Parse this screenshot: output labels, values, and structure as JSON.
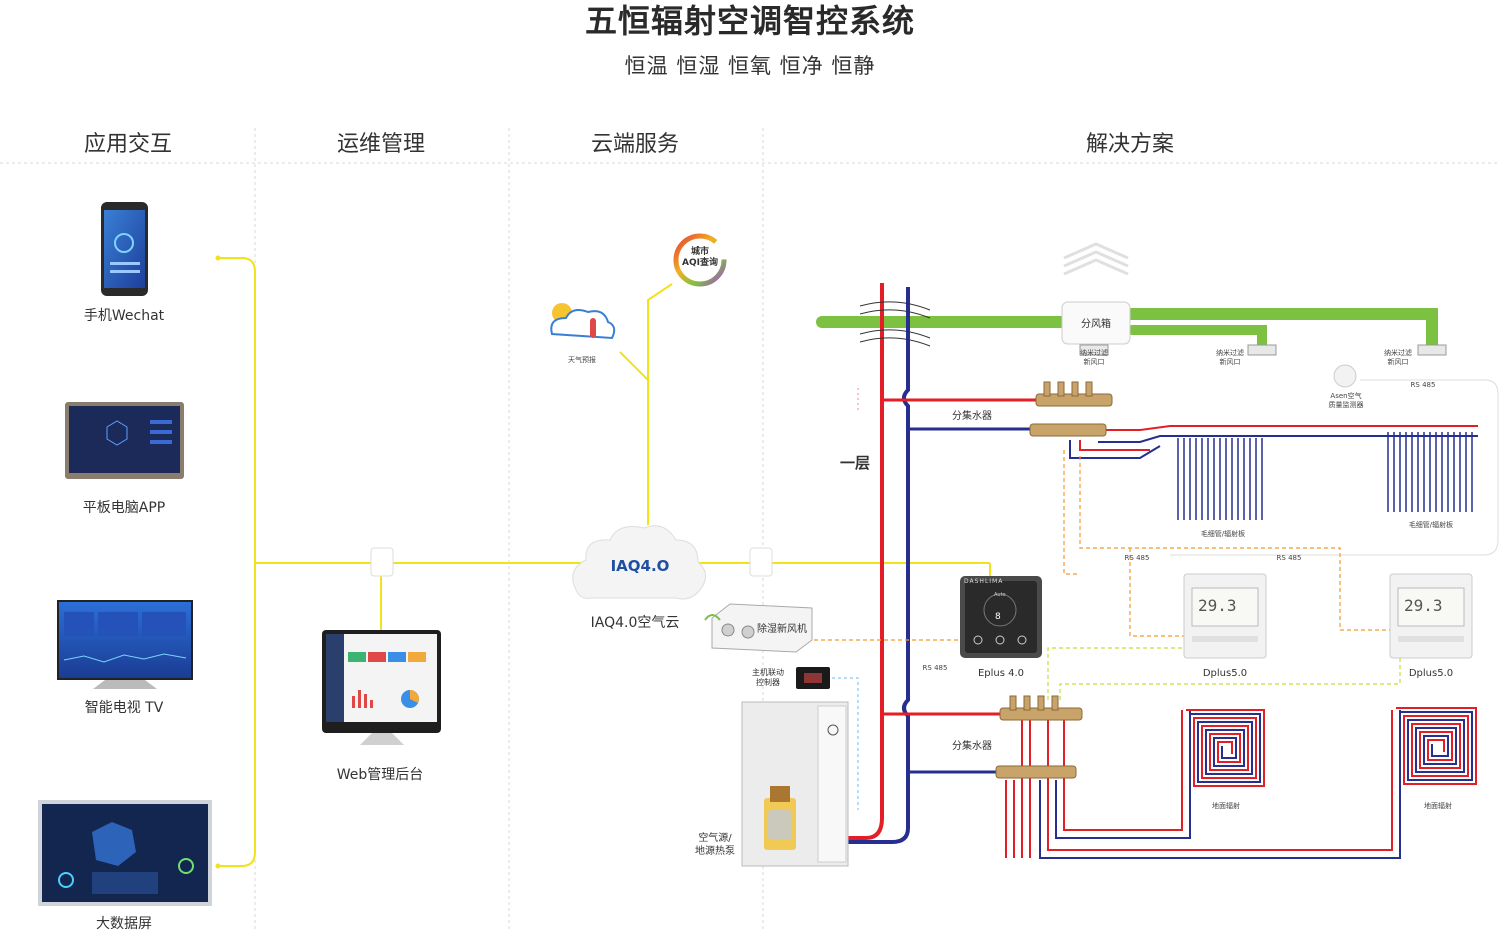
{
  "title": "五恒辐射空调智控系统",
  "subtitle": "恒温 恒湿 恒氧 恒净 恒静",
  "columns": [
    "应用交互",
    "运维管理",
    "云端服务",
    "解决方案"
  ],
  "devices": {
    "phone": "手机Wechat",
    "tablet": "平板电脑APP",
    "tv": "智能电视 TV",
    "bigscreen": "大数据屏",
    "web": "Web管理后台"
  },
  "cloud": {
    "aqi_line1": "城市",
    "aqi_line2": "AQI查询",
    "weather": "天气预报",
    "iaq_logo": "IAQ4.O",
    "iaq_label": "IAQ4.0空气云"
  },
  "system": {
    "fresh_air": "除湿新风机",
    "host_controller": "主机联动\n控制器",
    "heat_pump": "空气源/\n地源热泵",
    "floor": "一层",
    "distributor": "分风箱",
    "manifold_top": "分集水器",
    "manifold_bottom": "分集水器",
    "outlet_1": "纳米过滤\n新风口",
    "outlet_2": "纳米过滤\n新风口",
    "outlet_3": "纳米过滤\n新风口",
    "sensor": "Asen空气\n质量监测器",
    "rs485": "RS 485",
    "capillary_1": "毛细管/辐射板",
    "capillary_2": "毛细管/辐射板",
    "floor_heat_1": "地面辐射",
    "floor_heat_2": "地面辐射",
    "thermostat_eplus": "Eplus 4.0",
    "thermostat_dplus_1": "Dplus5.0",
    "thermostat_dplus_2": "Dplus5.0",
    "brand": "DASHLIMA",
    "auto": "Auto",
    "temp": "29.3",
    "eplus_temp": "8"
  },
  "colors": {
    "yellow": "#f2e21c",
    "green": "#7cc142",
    "red": "#e41e26",
    "blue": "#262f8f",
    "orange": "#f39a2e",
    "lime": "#c6dd3a"
  }
}
